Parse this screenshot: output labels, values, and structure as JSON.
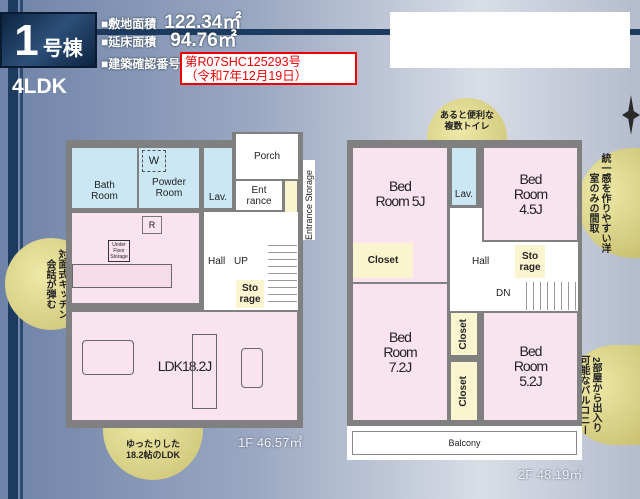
{
  "header": {
    "building_number": "1",
    "building_suffix": "号棟",
    "layout": "4LDK",
    "site_area_label": "■敷地面積",
    "site_area": "122.34㎡",
    "floor_area_label": "■延床面積",
    "floor_area": "94.76㎡",
    "permit_label": "■建築確認番号",
    "permit_number": "第R07SHC125293号",
    "permit_date": "（令和7年12月19日）"
  },
  "floor1": {
    "area": "1F 46.57㎡",
    "rooms": {
      "bath": "Bath Room",
      "powder": "Powder Room",
      "washer": "W",
      "lav": "Lav.",
      "porch": "Porch",
      "entrance": "Ent rance",
      "entrance_storage": "Entrance Storage",
      "fridge": "R",
      "under_floor": "Under Floor Storage",
      "hall": "Hall",
      "up": "UP",
      "storage": "Sto rage",
      "ldk": "LDK18.2J"
    }
  },
  "floor2": {
    "area": "2F 48.19㎡",
    "rooms": {
      "bed1": "Bed Room 5J",
      "lav": "Lav.",
      "bed2": "Bed Room 4.5J",
      "closet1": "Closet",
      "hall": "Hall",
      "storage": "Sto rage",
      "dn": "DN",
      "bed3": "Bed Room 7.2J",
      "closet2": "Closet",
      "closet3": "Closet",
      "bed4": "Bed Room 5.2J",
      "balcony": "Balcony"
    }
  },
  "callouts": {
    "kitchen": "対面式キッチン会話が弾む",
    "ldk": "ゆったりした18.2帖のLDK",
    "toilets": "あると便利な複数トイレ",
    "rooms": "統一感を作りやすい洋室のみの間取",
    "balcony": "2部屋から出入り可能なバルコニー"
  }
}
